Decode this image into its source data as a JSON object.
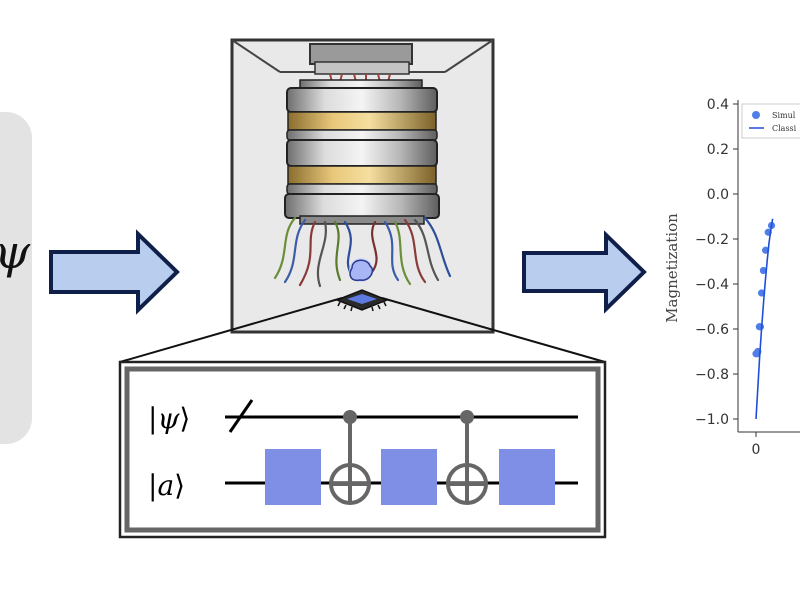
{
  "left_panel": {
    "glyph": "ψ"
  },
  "circuit": {
    "qubit_labels": [
      "ψ",
      "a"
    ],
    "gate_color": "#7f8fe6"
  },
  "chart_data": {
    "type": "scatter",
    "ylabel": "Magnetization",
    "yticks": [
      "0.4",
      "0.2",
      "0.0",
      "−0.2",
      "−0.4",
      "−0.6",
      "−0.8",
      "−1.0"
    ],
    "ylim": [
      -1.05,
      0.42
    ],
    "xticks": [
      "0"
    ],
    "xlim": [
      -0.35,
      2.0
    ],
    "legend": [
      "Simul",
      "Classi"
    ],
    "legend_position": "top-left",
    "series": [
      {
        "name": "Simul",
        "kind": "points",
        "color": "#4f7ee8",
        "x": [
          0.0,
          0.03,
          0.05,
          0.09,
          0.12,
          0.15,
          0.2,
          0.26,
          0.33,
          0.42
        ],
        "y": [
          -0.71,
          -0.71,
          -0.7,
          -0.59,
          -0.59,
          -0.44,
          -0.34,
          -0.25,
          -0.17,
          -0.14
        ]
      },
      {
        "name": "Classi",
        "kind": "line",
        "color": "#1f4fd8",
        "x": [
          0.0,
          0.05,
          0.1,
          0.15,
          0.2,
          0.25,
          0.3,
          0.35,
          0.4,
          0.45
        ],
        "y": [
          -1.0,
          -0.86,
          -0.72,
          -0.6,
          -0.49,
          -0.39,
          -0.3,
          -0.22,
          -0.16,
          -0.11
        ]
      }
    ]
  }
}
